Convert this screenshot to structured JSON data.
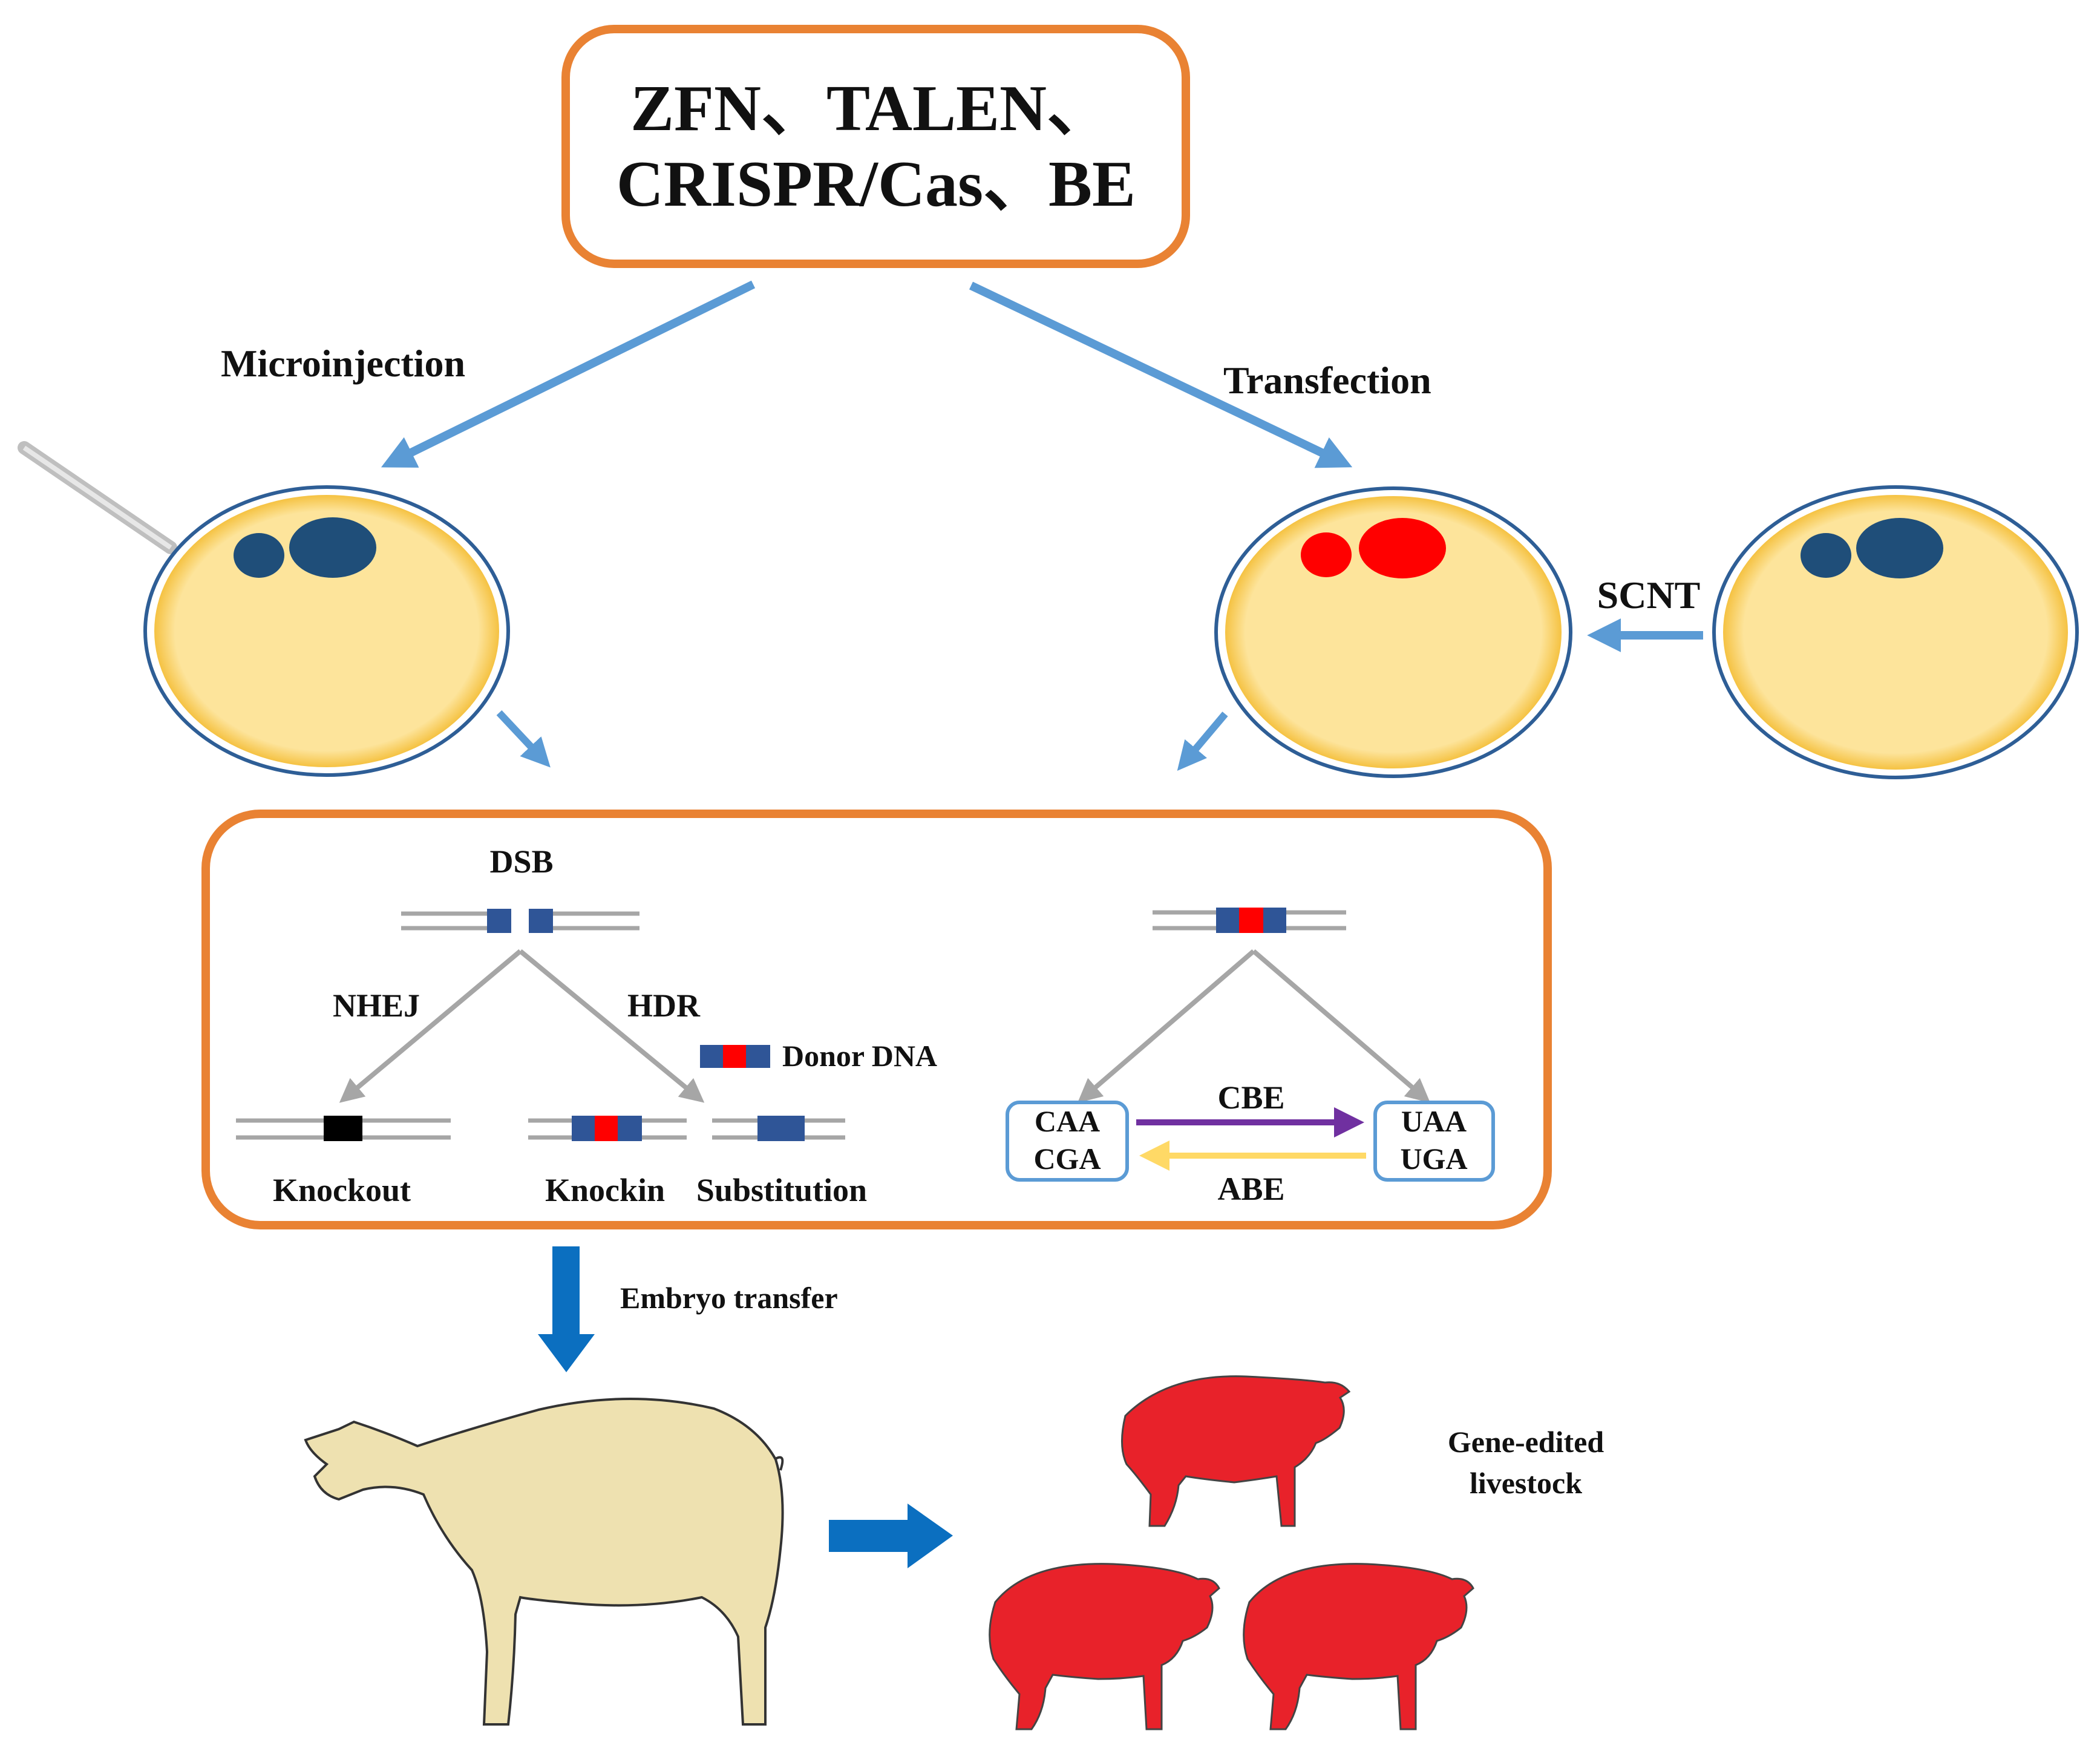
{
  "title": {
    "line1": "ZFN、TALEN、",
    "line2": "CRISPR/Cas、BE"
  },
  "delivery": {
    "left": "Microinjection",
    "right": "Transfection",
    "scnt": "SCNT"
  },
  "outcomes": {
    "dsb": "DSB",
    "nhej": "NHEJ",
    "hdr": "HDR",
    "donor": "Donor DNA",
    "knockout": "Knockout",
    "knockin": "Knockin",
    "substitution": "Substitution",
    "cbe": "CBE",
    "abe": "ABE",
    "codons_left": [
      "CAA",
      "CGA"
    ],
    "codons_right": [
      "UAA",
      "UGA"
    ]
  },
  "transfer": {
    "label": "Embryo transfer"
  },
  "result": {
    "line1": "Gene-edited",
    "line2": "livestock"
  },
  "colors": {
    "frame_orange": "#E98233",
    "arrow_blue": "#5B9BD5",
    "dark_blue_arrow": "#0B6FC0",
    "cell_fill": "#FDE49B",
    "cell_rim": "#F5C242",
    "cell_border": "#2E5E96",
    "nucleus_blue": "#1F4E79",
    "edited_red": "#FF0000",
    "dna_gray": "#A6A6A6",
    "dna_block": "#2F5597",
    "codon_box": "#5B9BD5",
    "cbe_purple": "#7030A0",
    "abe_yellow": "#FFD966",
    "pig_beige": "#EEE1B0",
    "pig_red": "#E8222A"
  }
}
